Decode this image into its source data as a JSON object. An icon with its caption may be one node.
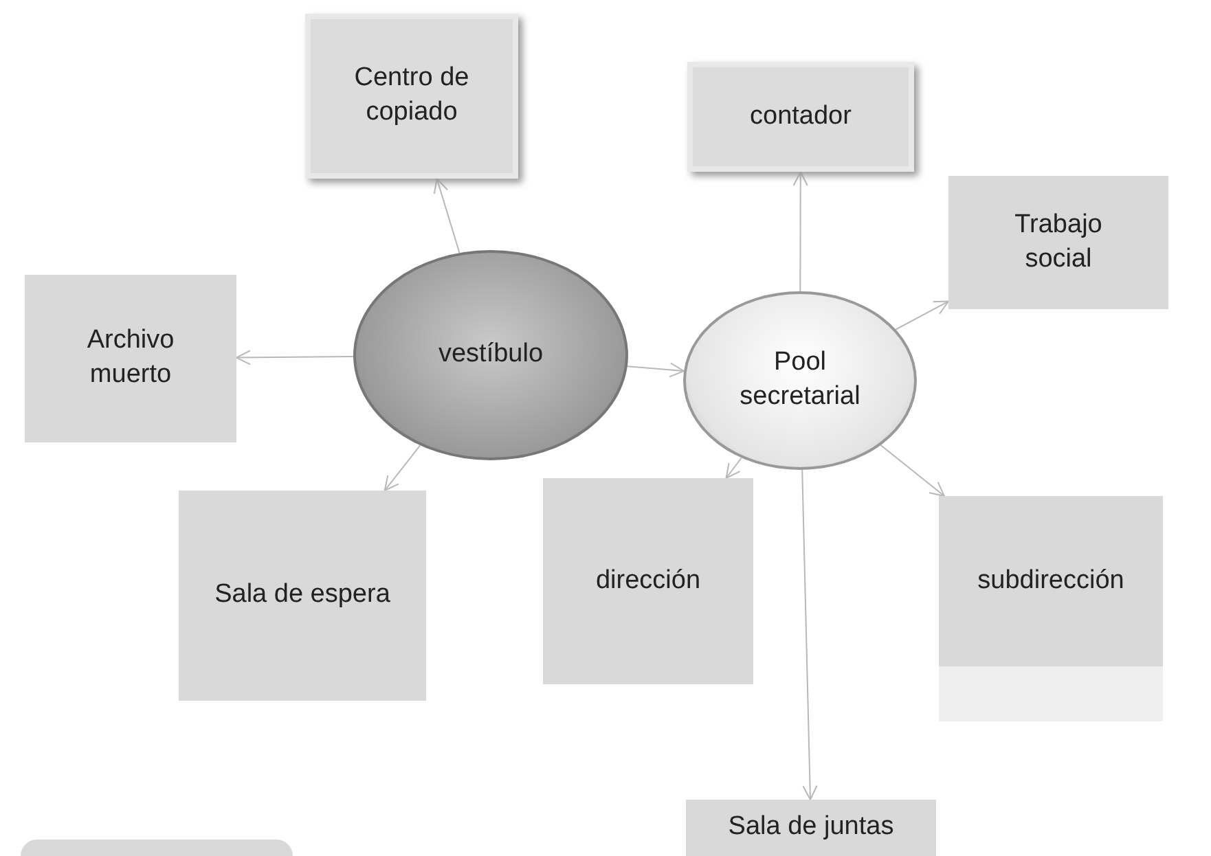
{
  "diagram": {
    "nodes": [
      {
        "text": [
          "vestíbulo"
        ]
      },
      {
        "text": [
          "Pool secretarial"
        ]
      },
      {
        "text": [
          "Centro de copiado"
        ]
      },
      {
        "text": [
          "contador"
        ]
      },
      {
        "text": [
          "Trabajo social"
        ]
      },
      {
        "text": [
          "Archivo muerto"
        ]
      },
      {
        "text": [
          "Sala de espera"
        ]
      },
      {
        "text": [
          "dirección"
        ]
      },
      {
        "text": [
          "subdirección"
        ]
      },
      {
        "text": [
          "Sala de juntas"
        ]
      },
      {
        "text": [],
        "shape": "box"
      }
    ],
    "edges": [
      {
        "from": 0,
        "to": 2,
        "arrow": "to"
      },
      {
        "from": 0,
        "to": 5,
        "arrow": "to"
      },
      {
        "from": 0,
        "to": 6,
        "arrow": "to"
      },
      {
        "from": 0,
        "to": 1,
        "arrow": "to"
      },
      {
        "from": 1,
        "to": 3,
        "arrow": "to"
      },
      {
        "from": 1,
        "to": 4,
        "arrow": "to"
      },
      {
        "from": 1,
        "to": 7,
        "arrow": "to"
      },
      {
        "from": 1,
        "to": 8,
        "arrow": "to"
      },
      {
        "from": 1,
        "to": 9,
        "arrow": "to"
      }
    ]
  }
}
